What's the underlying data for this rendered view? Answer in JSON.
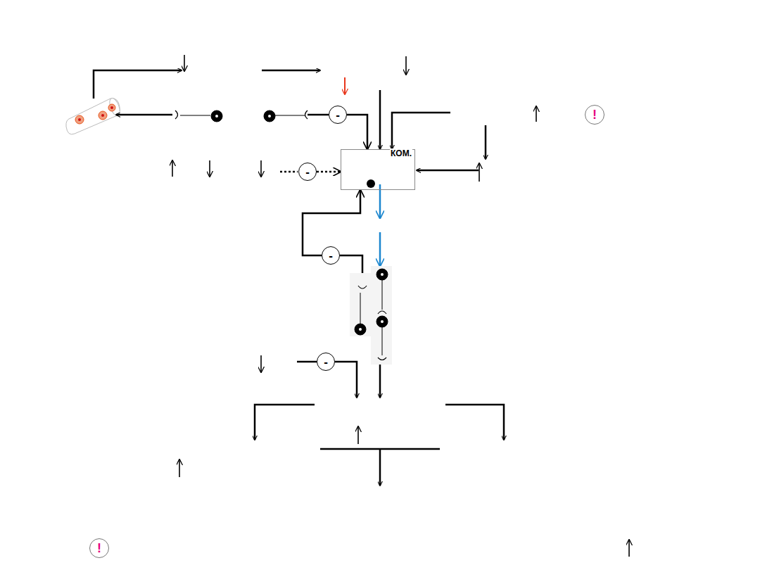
{
  "diagram": {
    "nodes": [
      {
        "text": [
          "-"
        ]
      },
      {
        "text": [
          "!"
        ]
      },
      {
        "text": [
          "КОМ."
        ]
      },
      {
        "text": [
          "-"
        ]
      },
      {
        "text": [
          "-"
        ]
      },
      {
        "text": [
          "-"
        ]
      },
      {
        "text": [
          "!"
        ]
      }
    ],
    "edges": [
      {
        "from": 0,
        "to": 2,
        "arrow": "to"
      },
      {
        "from": 3,
        "to": 2,
        "arrow": "to"
      },
      {
        "from": 4,
        "to": 2,
        "arrow": "to"
      }
    ]
  }
}
